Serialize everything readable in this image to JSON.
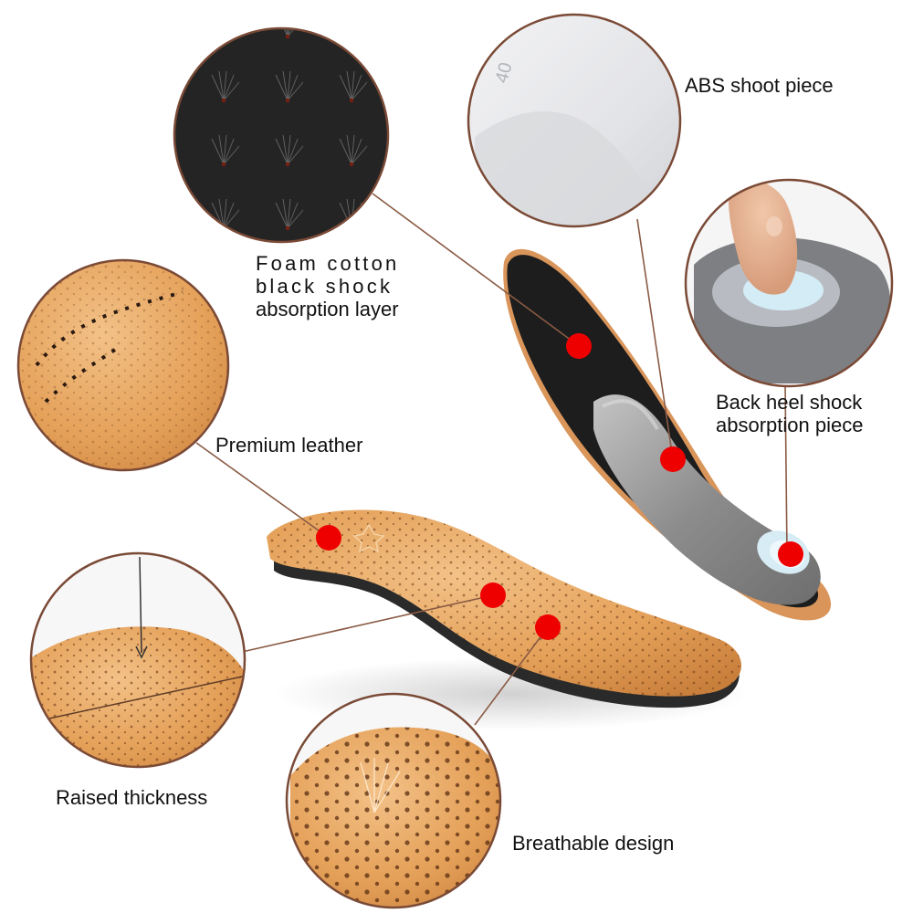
{
  "labels": {
    "abs": "ABS shoot piece",
    "foam": [
      "Foam cotton",
      "black shock",
      "absorption layer"
    ],
    "heel": [
      "Back heel shock",
      "absorption piece"
    ],
    "leather": "Premium leather",
    "thickness": "Raised thickness",
    "breathable": "Breathable design"
  },
  "colors": {
    "marker": "#ee0000",
    "leader_line": "#8a5a44",
    "circle_border": "#7a4a36",
    "leather": "#e8a45c",
    "foam": "#1f1f1f",
    "abs_shell": "#9a9a9a",
    "heel_pad": "#c9e4ef"
  }
}
